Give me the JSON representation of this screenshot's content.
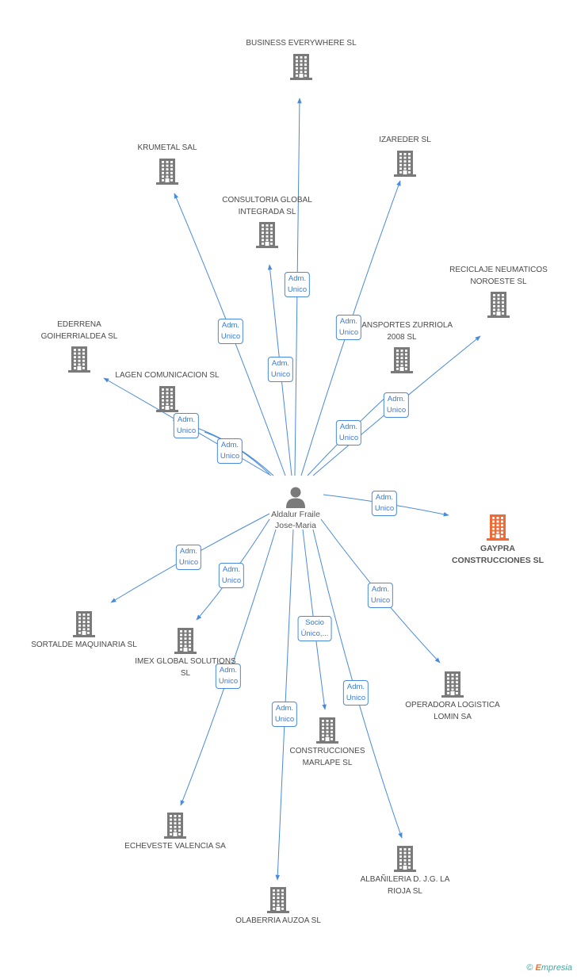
{
  "person": {
    "name": "Aldalur Fraile Jose-Maria",
    "icon": "person-icon"
  },
  "companies": [
    {
      "id": "business",
      "name": "BUSINESS EVERYWHERE SL"
    },
    {
      "id": "krumetal",
      "name": "KRUMETAL SAL"
    },
    {
      "id": "izareder",
      "name": "IZAREDER SL"
    },
    {
      "id": "consultoria",
      "name": "CONSULTORIA GLOBAL INTEGRADA SL"
    },
    {
      "id": "reciclaje",
      "name": "RECICLAJE NEUMATICOS NOROESTE SL"
    },
    {
      "id": "ederrena",
      "name": "EDERRENA GOIHERRIALDEA SL"
    },
    {
      "id": "transportes",
      "name": "TRANSPORTES ZURRIOLA 2008 SL"
    },
    {
      "id": "lagen",
      "name": "LAGEN COMUNICACION SL"
    },
    {
      "id": "gaypra",
      "name": "GAYPRA CONSTRUCCIONES SL",
      "highlight": true
    },
    {
      "id": "sortalde",
      "name": "SORTALDE MAQUINARIA SL"
    },
    {
      "id": "imex",
      "name": "IMEX GLOBAL SOLUTIONS SL"
    },
    {
      "id": "operadora",
      "name": "OPERADORA LOGISTICA LOMIN SA"
    },
    {
      "id": "marlape",
      "name": "CONSTRUCCIONES MARLAPE SL"
    },
    {
      "id": "echeveste",
      "name": "ECHEVESTE VALENCIA SA"
    },
    {
      "id": "albanileria",
      "name": "ALBAÑILERIA D. J.G. LA RIOJA SL"
    },
    {
      "id": "olaberria",
      "name": "OLABERRIA AUZOA SL"
    }
  ],
  "relations": [
    {
      "to": "business",
      "label": "Adm. Unico"
    },
    {
      "to": "krumetal",
      "label": "Adm. Unico"
    },
    {
      "to": "izareder",
      "label": "Adm. Unico"
    },
    {
      "to": "consultoria",
      "label": "Adm. Unico"
    },
    {
      "to": "reciclaje",
      "label": "Adm. Unico"
    },
    {
      "to": "ederrena",
      "label": "Adm. Unico"
    },
    {
      "to": "transportes",
      "label": "Adm. Unico"
    },
    {
      "to": "lagen",
      "label": "Adm. Unico"
    },
    {
      "to": "gaypra",
      "label": "Adm. Unico"
    },
    {
      "to": "sortalde",
      "label": "Adm. Unico"
    },
    {
      "to": "imex",
      "label": "Adm. Unico"
    },
    {
      "to": "operadora",
      "label": "Adm. Unico"
    },
    {
      "to": "marlape",
      "label": "Socio Único,..."
    },
    {
      "to": "echeveste",
      "label": "Adm. Unico"
    },
    {
      "to": "albanileria",
      "label": "Adm. Unico"
    },
    {
      "to": "olaberria",
      "label": "Adm. Unico"
    }
  ],
  "colors": {
    "edge": "#4a8ad8",
    "building": "#7a7a7a",
    "highlight": "#f06a35",
    "label_text": "#3a7bd5"
  },
  "credit": {
    "symbol": "©",
    "brand_initial": "E",
    "brand_rest": "mpresia"
  }
}
